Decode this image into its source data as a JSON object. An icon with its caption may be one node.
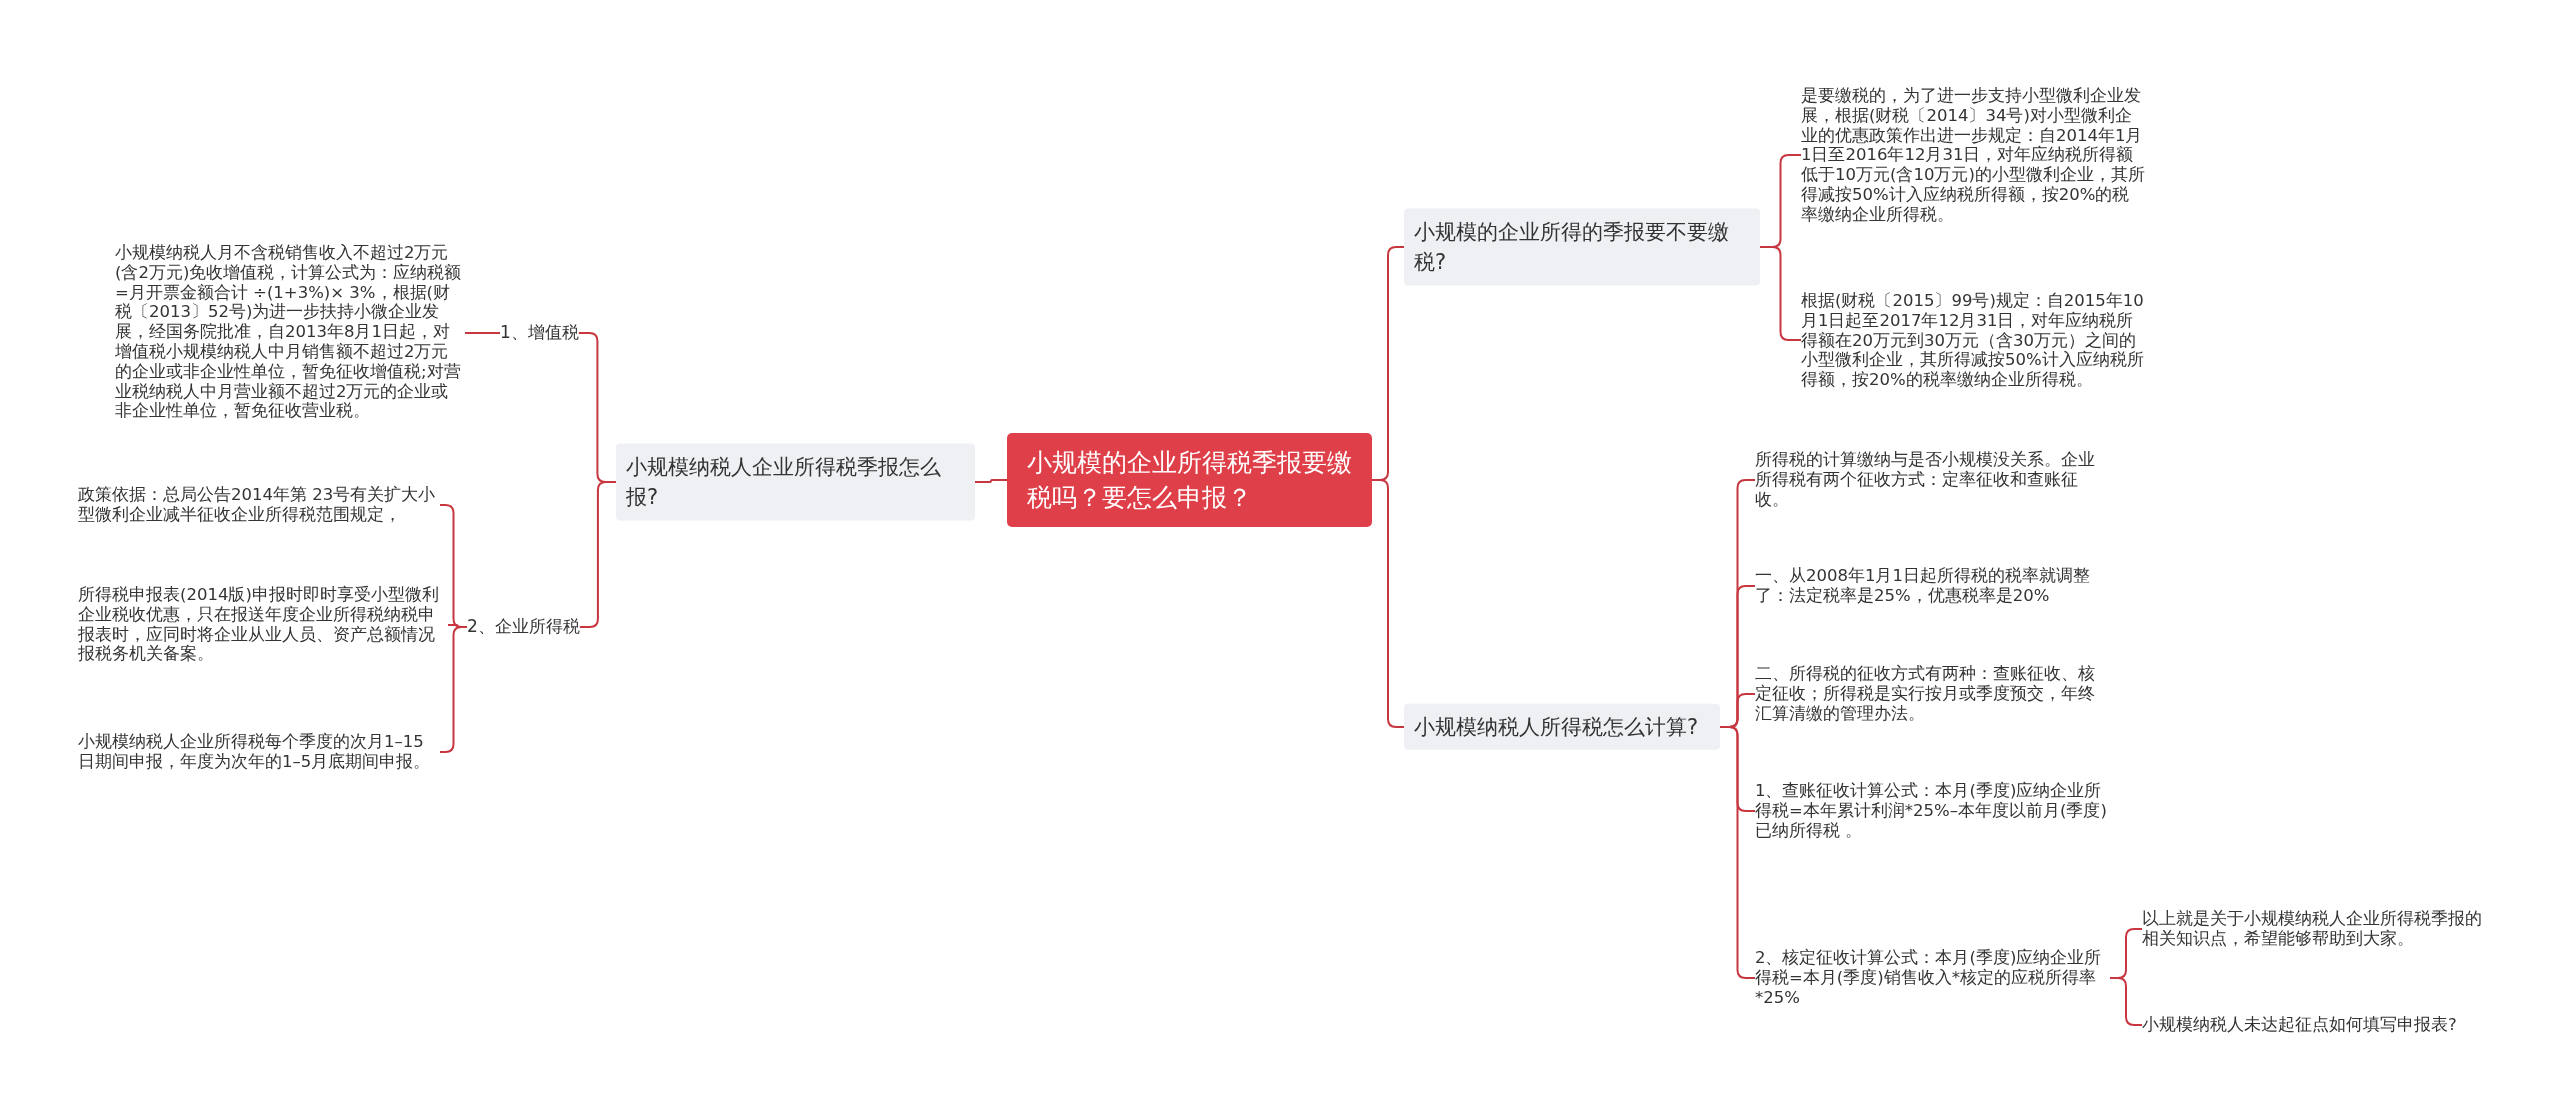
{
  "diagram": {
    "nodes": [
      {
        "text": [
          "小规模的企业所得税季报要缴税吗？要怎么申报？"
        ]
      },
      {
        "text": [
          "小规模纳税人企业所得税季报怎么报?"
        ]
      },
      {
        "text": [
          "1、增值税"
        ]
      },
      {
        "text": [
          "小规模纳税人月不含税销售收入不超过2万元(含2万元)免收增值税，计算公式为：应纳税额=月开票金额合计 ÷(1+3%)× 3%，根据(财税〔2013〕52号)为进一步扶持小微企业发展，经国务院批准，自2013年8月1日起，对增值税小规模纳税人中月销售额不超过2万元的企业或非企业性单位，暂免征收增值税;对营业税纳税人中月营业额不超过2万元的企业或非企业性单位，暂免征收营业税。"
        ]
      },
      {
        "text": [
          "2、企业所得税"
        ]
      },
      {
        "text": [
          "政策依据：总局公告2014年第 23号有关扩大小型微利企业减半征收企业所得税范围规定，"
        ]
      },
      {
        "text": [
          "所得税申报表(2014版)申报时即时享受小型微利企业税收优惠，只在报送年度企业所得税纳税申报表时，应同时将企业从业人员、资产总额情况报税务机关备案。"
        ]
      },
      {
        "text": [
          "小规模纳税人企业所得税每个季度的次月1–15日期间申报，年度为次年的1–5月底期间申报。"
        ]
      },
      {
        "text": [
          "小规模的企业所得的季报要不要缴税?"
        ]
      },
      {
        "text": [
          "是要缴税的，为了进一步支持小型微利企业发展，根据(财税〔2014〕34号)对小型微利企业的优惠政策作出进一步规定：自2014年1月1日至2016年12月31日，对年应纳税所得额低于10万元(含10万元)的小型微利企业，其所得减按50%计入应纳税所得额，按20%的税率缴纳企业所得税。"
        ]
      },
      {
        "text": [
          "根据(财税〔2015〕99号)规定：自2015年10月1日起至2017年12月31日，对年应纳税所得额在20万元到30万元（含30万元）之间的小型微利企业，其所得减按50%计入应纳税所得额，按20%的税率缴纳企业所得税。"
        ]
      },
      {
        "text": [
          "小规模纳税人所得税怎么计算?"
        ]
      },
      {
        "text": [
          "所得税的计算缴纳与是否小规模没关系。企业所得税有两个征收方式：定率征收和查账征收。"
        ]
      },
      {
        "text": [
          "一、从2008年1月1日起所得税的税率就调整了：法定税率是25%，优惠税率是20%"
        ]
      },
      {
        "text": [
          "二、所得税的征收方式有两种：查账征收、核定征收；所得税是实行按月或季度预交，年终汇算清缴的管理办法。"
        ]
      },
      {
        "text": [
          "1、查账征收计算公式：本月(季度)应纳企业所得税=本年累计利润*25%–本年度以前月(季度)已纳所得税 。"
        ]
      },
      {
        "text": [
          "2、核定征收计算公式：本月(季度)应纳企业所得税=本月(季度)销售收入*核定的应税所得率*25%"
        ]
      },
      {
        "text": [
          "以上就是关于小规模纳税人企业所得税季报的相关知识点，希望能够帮助到大家。"
        ]
      },
      {
        "text": [
          "小规模纳税人未达起征点如何填写申报表?"
        ]
      }
    ],
    "edges": [
      {
        "from": 0,
        "to": 1,
        "arrow": "none"
      },
      {
        "from": 1,
        "to": 2,
        "arrow": "none"
      },
      {
        "from": 2,
        "to": 3,
        "arrow": "none"
      },
      {
        "from": 1,
        "to": 4,
        "arrow": "none"
      },
      {
        "from": 4,
        "to": 5,
        "arrow": "none"
      },
      {
        "from": 4,
        "to": 6,
        "arrow": "none"
      },
      {
        "from": 4,
        "to": 7,
        "arrow": "none"
      },
      {
        "from": 0,
        "to": 8,
        "arrow": "none"
      },
      {
        "from": 8,
        "to": 9,
        "arrow": "none"
      },
      {
        "from": 8,
        "to": 10,
        "arrow": "none"
      },
      {
        "from": 0,
        "to": 11,
        "arrow": "none"
      },
      {
        "from": 11,
        "to": 12,
        "arrow": "none"
      },
      {
        "from": 11,
        "to": 13,
        "arrow": "none"
      },
      {
        "from": 11,
        "to": 14,
        "arrow": "none"
      },
      {
        "from": 11,
        "to": 15,
        "arrow": "none"
      },
      {
        "from": 11,
        "to": 16,
        "arrow": "none"
      },
      {
        "from": 16,
        "to": 17,
        "arrow": "none"
      },
      {
        "from": 16,
        "to": 18,
        "arrow": "none"
      }
    ]
  }
}
